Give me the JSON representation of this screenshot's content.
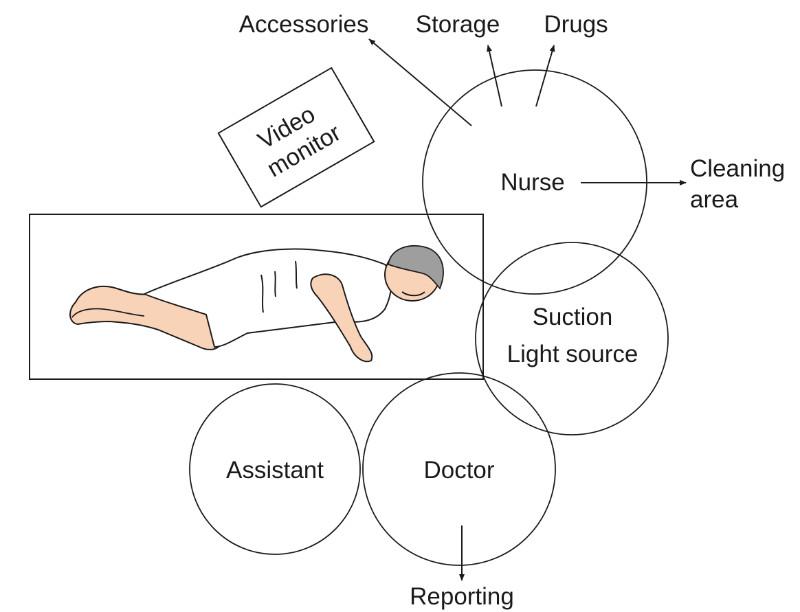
{
  "destinations": {
    "accessories": "Accessories",
    "storage": "Storage",
    "drugs": "Drugs",
    "cleaning_line1": "Cleaning",
    "cleaning_line2": "area",
    "reporting": "Reporting"
  },
  "equipment": {
    "video_line1": "Video",
    "video_line2": "monitor"
  },
  "zones": {
    "nurse": "Nurse",
    "suction_line1": "Suction",
    "suction_line2": "Light source",
    "assistant": "Assistant",
    "doctor": "Doctor"
  },
  "colors": {
    "ink": "#1a1a1a",
    "skin": "#f9d3b8",
    "hair": "#9e9e9e",
    "gown": "#ffffff"
  }
}
